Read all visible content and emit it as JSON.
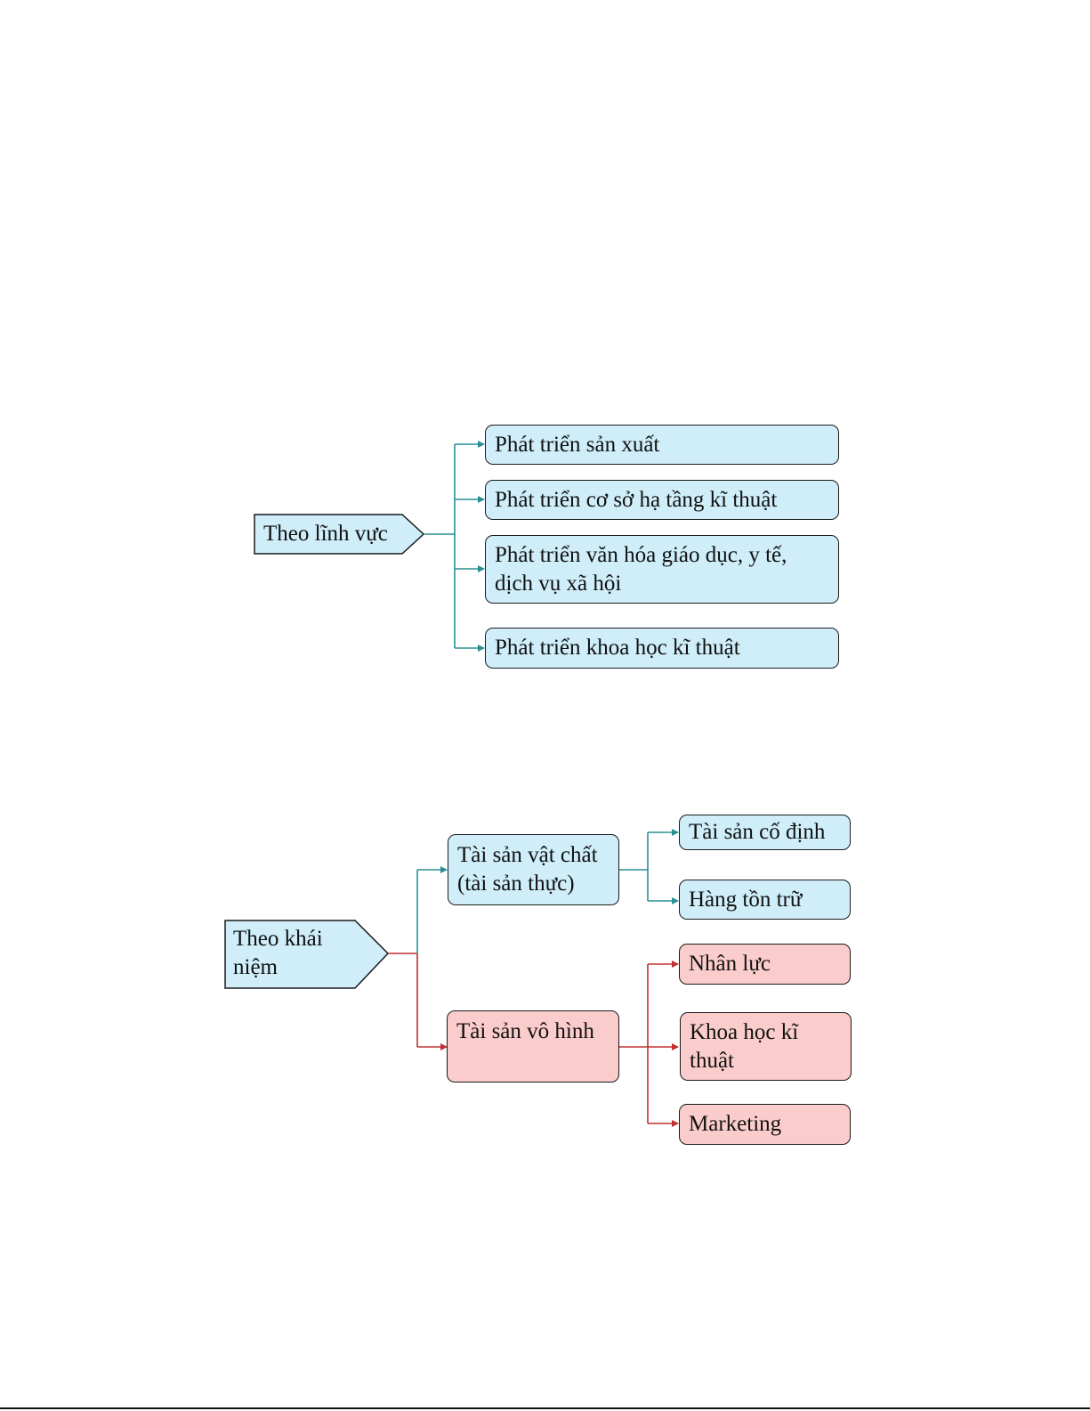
{
  "colors": {
    "blue_fill": "#cfeefa",
    "pink_fill": "#fbcccc",
    "teal_line": "#2a8f94",
    "red_line": "#c0302f"
  },
  "diagram1": {
    "root": "Theo lĩnh vực",
    "children": [
      "Phát triển sản xuất",
      "Phát triển cơ sở hạ tầng kĩ thuật",
      "Phát triển văn hóa giáo dục, y tế, dịch vụ xã hội",
      "Phát triển khoa học kĩ thuật"
    ]
  },
  "diagram2": {
    "root": "Theo khái niệm",
    "tangible": {
      "label": "Tài sản vật chất (tài sản thực)",
      "children": [
        "Tài sản cố định",
        "Hàng tồn trữ"
      ]
    },
    "intangible": {
      "label": "Tài sản vô hình",
      "children": [
        "Nhân lực",
        "Khoa học kĩ thuật",
        "Marketing"
      ]
    }
  }
}
